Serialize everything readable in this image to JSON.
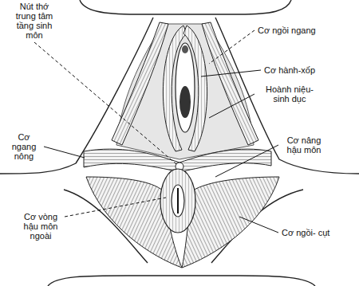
{
  "diagram": {
    "labels": [
      "Nút thớ trung tâm tầng sinh môn",
      "Cơ ngồi ngang",
      "Cơ hành-xốp",
      "Hoành niệu- sinh dục",
      "Cơ ngang nông",
      "Cơ nâng hậu môn",
      "Cơ vòng hậu môn ngoài",
      "Cơ ngồi- cụt"
    ]
  }
}
